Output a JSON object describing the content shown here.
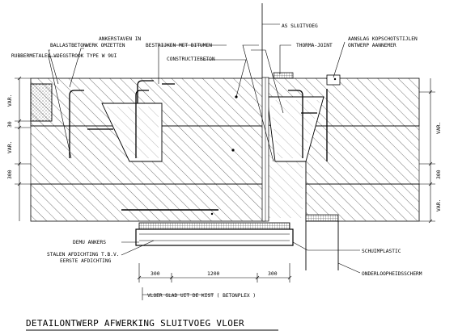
{
  "title": "DETAILONTWERP AFWERKING SLUITVOEG VLOER",
  "labels": {
    "as_sluitvoeg": "AS SLUITVOEG",
    "ankerstaven": [
      "ANKERSTAVEN IN",
      "WERK OMZETTEN"
    ],
    "ballastbeton": "BALLASTBETON",
    "bestrijken": "BESTRIJKEN MET BITUMEN",
    "rubbermetalen": "RUBBERMETALEN VOEGSTROOK TYPE W 9UI",
    "constructiebeton": "CONSTRUCTIEBETON",
    "therma_joint": "THORMA-JOINT",
    "aanslag": [
      "AANSLAG KOPSCHOTSTIJLEN",
      "ONTWERP AANNEMER"
    ],
    "demu_ankers": "DEMU ANKERS",
    "stalen_afdichting": [
      "STALEN AFDICHTING T.B.V.",
      "EERSTE AFDICHTING"
    ],
    "schuimplastic": "SCHUIMPLASTIC",
    "onderloopheidsscherm": "ONDERLOOPHEIDSSCHERM",
    "vloer_glad": "VLOER GLAD UIT DE KIST ( BETONPLEX )"
  },
  "dimensions": {
    "bottom": [
      "300",
      "1200",
      "300"
    ],
    "left": [
      "VAR.",
      "30",
      "VAR.",
      "300"
    ],
    "right": [
      "VAR.",
      "300",
      "VAR."
    ]
  }
}
